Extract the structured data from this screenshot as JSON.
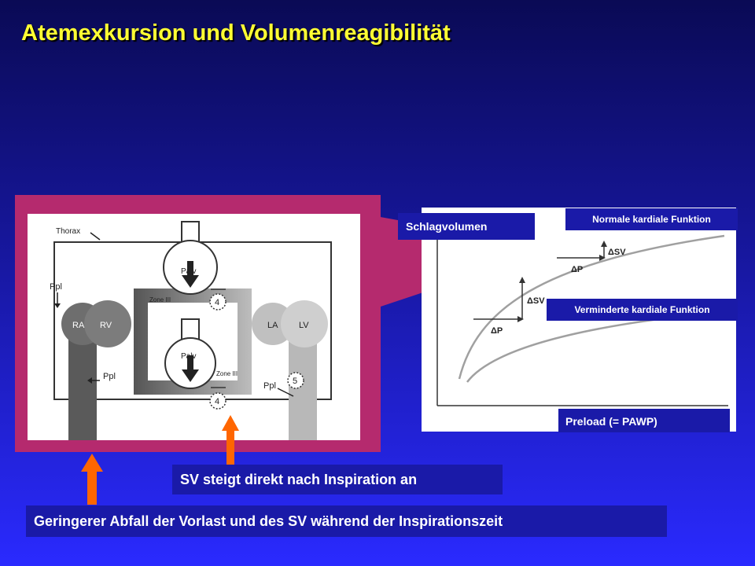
{
  "slide": {
    "title": "Atemexkursion und Volumenreagibilität"
  },
  "heart_diagram": {
    "thorax": "Thorax",
    "ppl_left_top": "Ppl",
    "ppl_left_bottom": "Ppl",
    "ppl_right": "Ppl",
    "palv_top": "Palv",
    "palv_bottom": "Palv",
    "zone_top": "Zone III",
    "zone_bottom": "Zone III",
    "ra": "RA",
    "rv": "RV",
    "la": "LA",
    "lv": "LV",
    "marker_4_top": "4",
    "marker_4_bottom": "4",
    "marker_5": "5"
  },
  "graph": {
    "y_label": "Schlagvolumen",
    "normal_label": "Normale kardiale Funktion",
    "reduced_label": "Verminderte kardiale Funktion",
    "x_label": "Preload (= PAWP)",
    "delta_sv_upper": "ΔSV",
    "delta_p_upper": "ΔP",
    "delta_sv_lower": "ΔSV",
    "delta_p_lower": "ΔP"
  },
  "captions": {
    "sv_rise": "SV steigt direkt nach Inspiration an",
    "preload_drop": "Geringerer Abfall der Vorlast und des SV während der Inspirationszeit"
  },
  "colors": {
    "title": "#ffff33",
    "panel": "#b52a6e",
    "label_box": "#1a1aa8",
    "arrow": "#ff6600"
  }
}
